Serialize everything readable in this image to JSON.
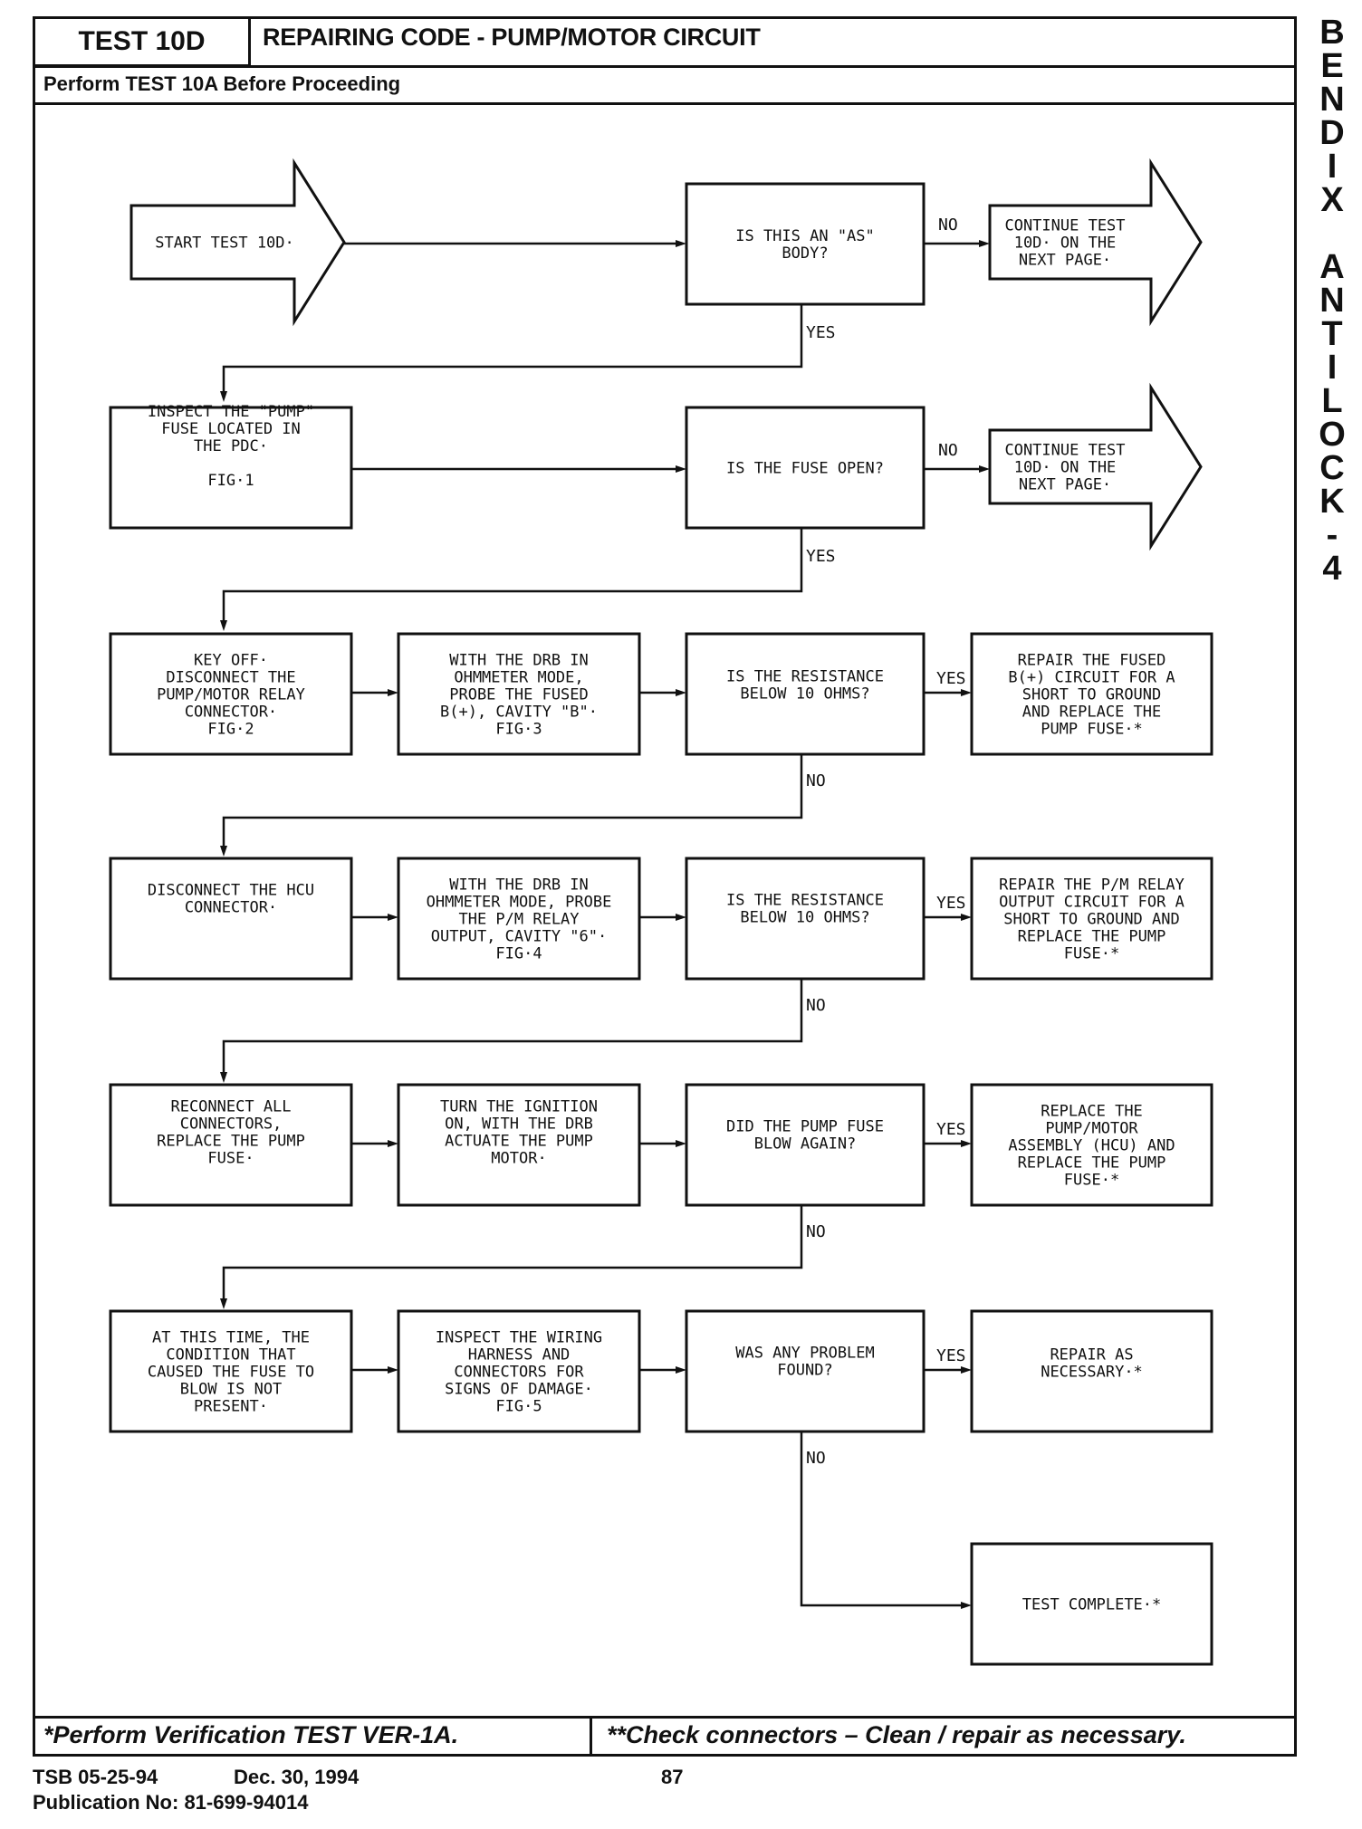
{
  "header": {
    "test_id": "TEST 10D",
    "title": "REPAIRING CODE - PUMP/MOTOR CIRCUIT",
    "subtitle": "Perform TEST 10A Before Proceeding"
  },
  "side_label": [
    "B",
    "E",
    "N",
    "D",
    "I",
    "X",
    "",
    "A",
    "N",
    "T",
    "I",
    "L",
    "O",
    "C",
    "K",
    "-",
    "4"
  ],
  "flow": {
    "start": [
      "START TEST 10D·"
    ],
    "q1": [
      "IS THIS AN \"AS\"",
      "BODY?"
    ],
    "cont1": [
      "CONTINUE TEST",
      "10D· ON THE",
      "NEXT PAGE·"
    ],
    "inspect_fuse": [
      "INSPECT THE \"PUMP\"",
      "FUSE LOCATED IN",
      "THE PDC·",
      "",
      "FIG·1"
    ],
    "q2": [
      "IS THE FUSE OPEN?"
    ],
    "cont2": [
      "CONTINUE TEST",
      "10D· ON THE",
      "NEXT PAGE·"
    ],
    "key_off": [
      "KEY OFF·",
      "DISCONNECT THE",
      "PUMP/MOTOR RELAY",
      "CONNECTOR·",
      "FIG·2"
    ],
    "drb1": [
      "WITH THE DRB IN",
      "OHMMETER MODE,",
      "PROBE THE FUSED",
      "B(+), CAVITY \"B\"·",
      "FIG·3"
    ],
    "q3": [
      "IS THE RESISTANCE",
      "BELOW 10 OHMS?"
    ],
    "repair1": [
      "REPAIR THE FUSED",
      "B(+) CIRCUIT FOR A",
      "SHORT TO GROUND",
      "AND REPLACE THE",
      "PUMP FUSE·*"
    ],
    "disc_hcu": [
      "DISCONNECT THE HCU",
      "CONNECTOR·"
    ],
    "drb2": [
      "WITH THE DRB IN",
      "OHMMETER MODE, PROBE",
      "THE P/M RELAY",
      "OUTPUT, CAVITY \"6\"·",
      "FIG·4"
    ],
    "q4": [
      "IS THE RESISTANCE",
      "BELOW 10 OHMS?"
    ],
    "repair2": [
      "REPAIR THE P/M RELAY",
      "OUTPUT CIRCUIT FOR A",
      "SHORT TO GROUND AND",
      "REPLACE THE PUMP",
      "FUSE·*"
    ],
    "reconnect": [
      "RECONNECT ALL",
      "CONNECTORS,",
      "REPLACE THE PUMP",
      "FUSE·"
    ],
    "ignition": [
      "TURN THE IGNITION",
      "ON, WITH THE DRB",
      "ACTUATE THE PUMP",
      "MOTOR·"
    ],
    "q5": [
      "DID THE PUMP FUSE",
      "BLOW AGAIN?"
    ],
    "replace_hcu": [
      "REPLACE THE",
      "PUMP/MOTOR",
      "ASSEMBLY (HCU) AND",
      "REPLACE THE PUMP",
      "FUSE·*"
    ],
    "at_this_time": [
      "AT THIS TIME, THE",
      "CONDITION THAT",
      "CAUSED THE FUSE TO",
      "BLOW IS NOT",
      "PRESENT·"
    ],
    "inspect_wiring": [
      "INSPECT THE WIRING",
      "HARNESS AND",
      "CONNECTORS FOR",
      "SIGNS OF DAMAGE·",
      "FIG·5"
    ],
    "q6": [
      "WAS ANY PROBLEM",
      "FOUND?"
    ],
    "repair3": [
      "REPAIR AS",
      "NECESSARY·*"
    ],
    "complete": [
      "TEST COMPLETE·*"
    ]
  },
  "labels": {
    "yes": "YES",
    "no": "NO"
  },
  "footer": {
    "left": "*Perform Verification TEST VER-1A.",
    "right": "**Check connectors – Clean / repair as necessary."
  },
  "publication": {
    "tsb": "TSB 05-25-94",
    "date": "Dec. 30, 1994",
    "page": "87",
    "pub_no": "Publication No:  81-699-94014"
  }
}
